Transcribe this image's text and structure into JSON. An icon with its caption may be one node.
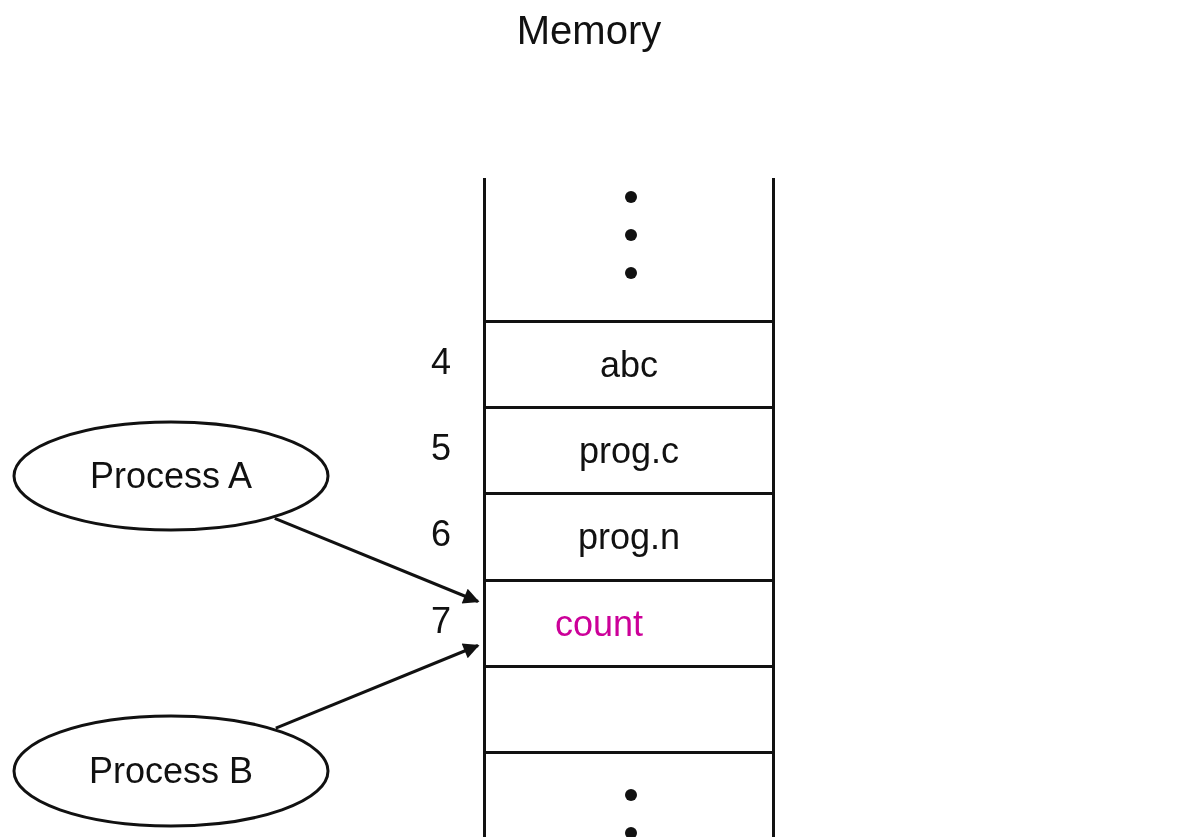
{
  "diagram": {
    "title": "Memory",
    "nodes": [
      {
        "text": [],
        "shape": "box"
      },
      {
        "text": [
          "abc"
        ],
        "beside": [
          "4"
        ]
      },
      {
        "text": [
          "prog.c"
        ],
        "beside": [
          "5"
        ]
      },
      {
        "text": [
          "prog.n"
        ],
        "beside": [
          "6"
        ]
      },
      {
        "text": [
          "count"
        ],
        "beside": [
          "7"
        ]
      },
      {
        "text": [],
        "shape": "box"
      },
      {
        "text": [],
        "shape": "box"
      },
      {
        "text": [
          "Process A"
        ]
      },
      {
        "text": [
          "Process B"
        ]
      }
    ],
    "edges": [
      {
        "from": 7,
        "to": 4,
        "arrow": "to"
      },
      {
        "from": 8,
        "to": 4,
        "arrow": "to"
      }
    ]
  }
}
